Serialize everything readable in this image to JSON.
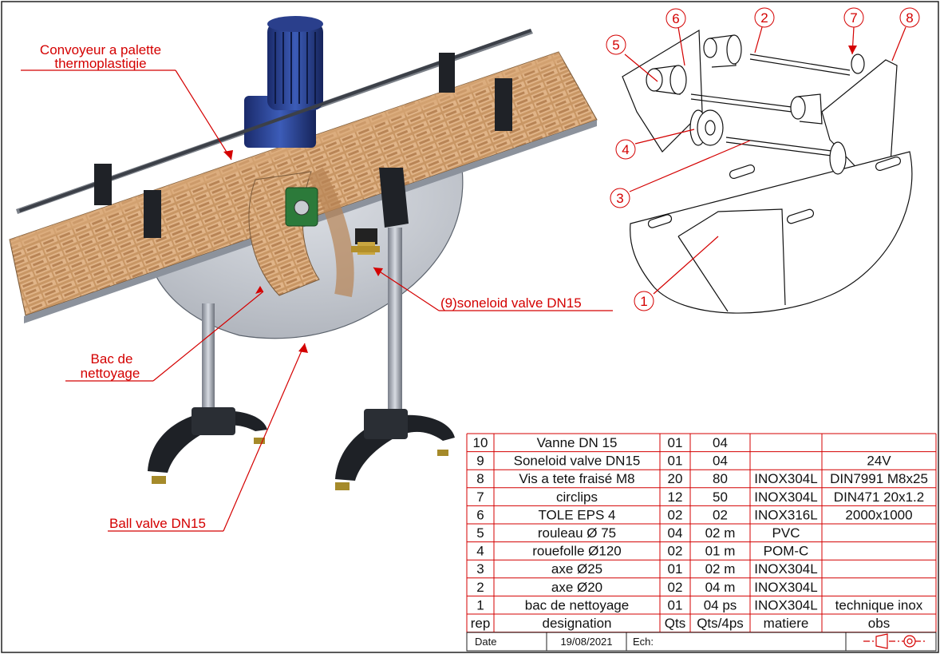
{
  "labels": {
    "convoyeur_line1": "Convoyeur a palette",
    "convoyeur_line2": "thermoplastiqie",
    "solenoid": "(9)soneloid valve  DN15",
    "bac_line1": "Bac de",
    "bac_line2": "nettoyage",
    "ball_valve": "Ball valve DN15"
  },
  "callouts": [
    "1",
    "2",
    "3",
    "4",
    "5",
    "6",
    "7",
    "8"
  ],
  "bom": {
    "rows": [
      {
        "rep": "10",
        "designation": "Vanne DN 15",
        "qts": "01",
        "qts4": "04",
        "matiere": "",
        "obs": ""
      },
      {
        "rep": "9",
        "designation": "Soneloid valve DN15",
        "qts": "01",
        "qts4": "04",
        "matiere": "",
        "obs": "24V"
      },
      {
        "rep": "8",
        "designation": "Vis a tete fraisé M8",
        "qts": "20",
        "qts4": "80",
        "matiere": "INOX304L",
        "obs": "DIN7991 M8x25"
      },
      {
        "rep": "7",
        "designation": "circlips",
        "qts": "12",
        "qts4": "50",
        "matiere": "INOX304L",
        "obs": "DIN471 20x1.2"
      },
      {
        "rep": "6",
        "designation": "TOLE  EPS 4",
        "qts": "02",
        "qts4": "02",
        "matiere": "INOX316L",
        "obs": "2000x1000"
      },
      {
        "rep": "5",
        "designation": "rouleau  Ø 75",
        "qts": "04",
        "qts4": "02 m",
        "matiere": "PVC",
        "obs": ""
      },
      {
        "rep": "4",
        "designation": "rouefolle Ø120",
        "qts": "02",
        "qts4": "01 m",
        "matiere": "POM-C",
        "obs": ""
      },
      {
        "rep": "3",
        "designation": "axe  Ø25",
        "qts": "01",
        "qts4": "02 m",
        "matiere": "INOX304L",
        "obs": ""
      },
      {
        "rep": "2",
        "designation": "axe  Ø20",
        "qts": "02",
        "qts4": "04 m",
        "matiere": "INOX304L",
        "obs": ""
      },
      {
        "rep": "1",
        "designation": "bac de nettoyage",
        "qts": "01",
        "qts4": "04 ps",
        "matiere": "INOX304L",
        "obs": "technique inox"
      }
    ],
    "header": {
      "rep": "rep",
      "designation": "designation",
      "qts": "Qts",
      "qts4": "Qts/4ps",
      "matiere": "matiere",
      "obs": "obs"
    },
    "footer": {
      "date_label": "Date",
      "date_value": "19/08/2021",
      "ech_label": "Ech:"
    }
  }
}
